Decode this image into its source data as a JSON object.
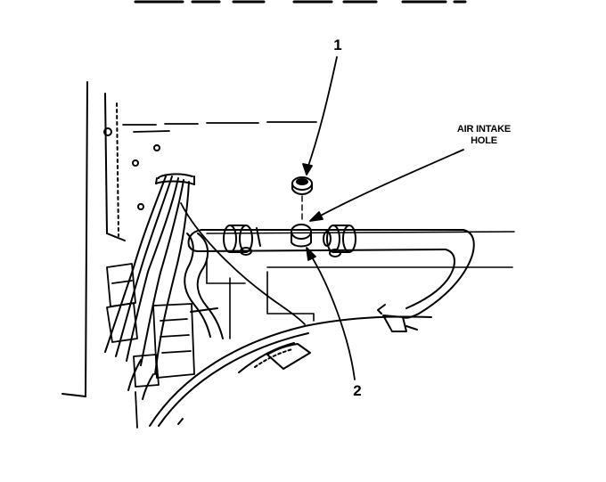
{
  "labels": {
    "callout_1": "1",
    "callout_2": "2",
    "air_intake_line1": "AIR INTAKE",
    "air_intake_line2": "HOLE"
  },
  "colors": {
    "ink": "#000000",
    "paper": "#ffffff"
  }
}
